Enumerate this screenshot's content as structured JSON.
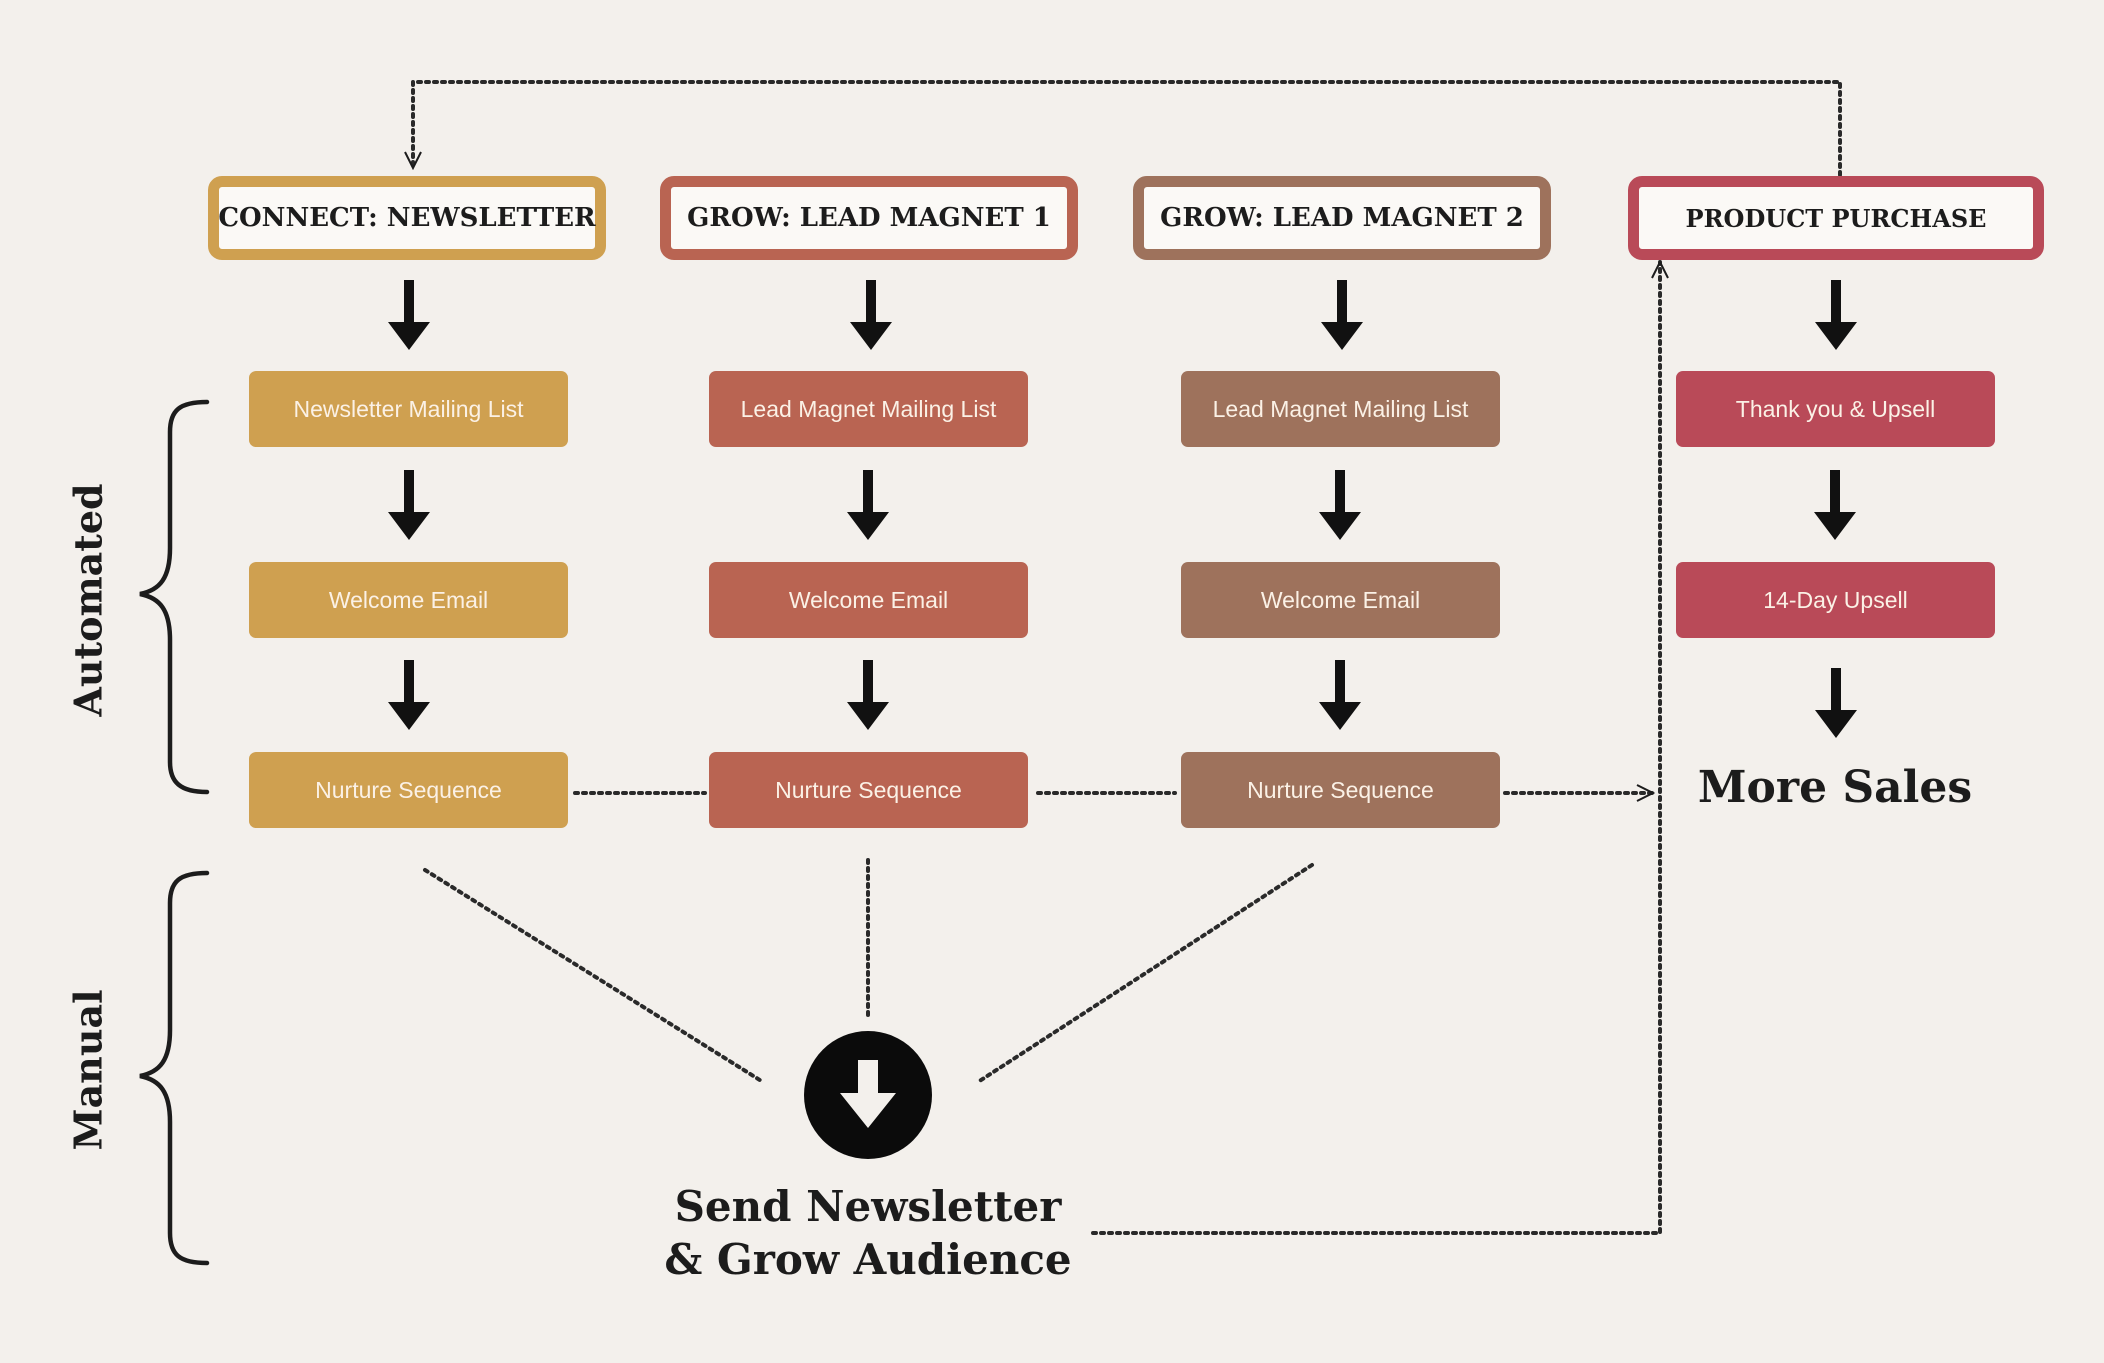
{
  "columns": [
    {
      "header": "CONNECT: NEWSLETTER",
      "color": "#cfa050",
      "steps": [
        "Newsletter Mailing List",
        "Welcome Email",
        "Nurture Sequence"
      ]
    },
    {
      "header": "GROW: LEAD MAGNET 1",
      "color": "#b96452",
      "steps": [
        "Lead Magnet Mailing List",
        "Welcome Email",
        "Nurture Sequence"
      ]
    },
    {
      "header": "GROW: LEAD MAGNET 2",
      "color": "#9e725c",
      "steps": [
        "Lead Magnet Mailing List",
        "Welcome Email",
        "Nurture Sequence"
      ]
    },
    {
      "header": "PRODUCT PURCHASE",
      "color": "#b94a58",
      "steps": [
        "Thank you & Upsell",
        "14-Day Upsell"
      ]
    }
  ],
  "outcome": "More Sales",
  "sections": {
    "automated": "Automated",
    "manual": "Manual"
  },
  "manual_action": {
    "line1": "Send Newsletter",
    "line2": "& Grow Audience"
  }
}
